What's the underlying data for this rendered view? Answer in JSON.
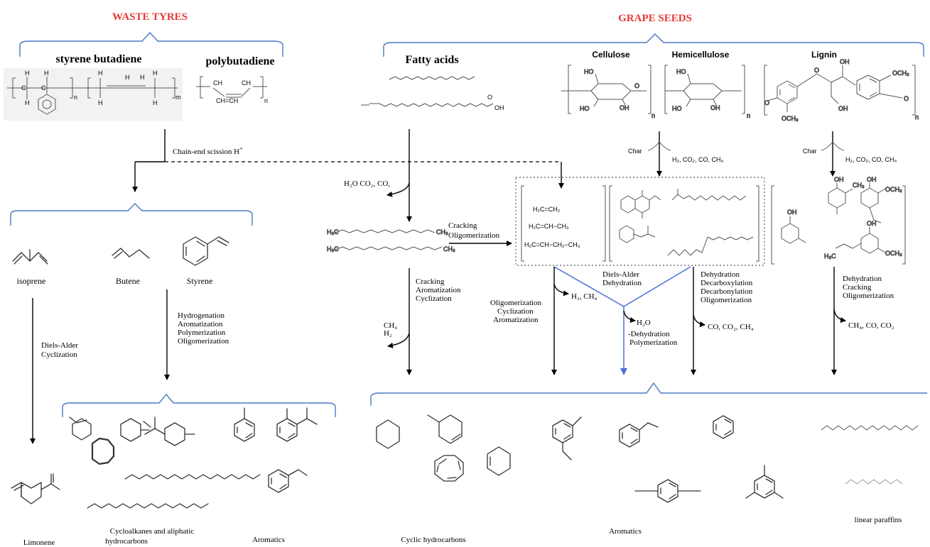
{
  "titles": {
    "waste_tyres": "WASTE TYRES",
    "grape_seeds": "GRAPE SEEDS"
  },
  "feedstocks": {
    "styrene_butadiene": "styrene butadiene",
    "polybutadiene": "polybutadiene",
    "fatty_acids": "Fatty acids",
    "cellulose": "Cellulose",
    "hemicellulose": "Hemicellulose",
    "lignin": "Lignin"
  },
  "intermediates": {
    "isoprene": "isoprene",
    "butene": "Butene",
    "styrene": "Styrene",
    "ethylene": "H₂C=CH₂",
    "propylene": "H₂C=CH−CH₃",
    "butene_formula": "H₂C=CH−CH₂−CH₃"
  },
  "steps": {
    "chain_end": "Chain-end scission  H",
    "chain_end_sup": "+",
    "h2o_co2_co": "H₂O   CO₂, CO,",
    "cracking_oligo_1": "Cracking",
    "cracking_oligo_2": "Oligomerization",
    "char_1": "Char",
    "gases_1": "H₂, CO₂, CO, CH₄",
    "char_2": "Char",
    "gases_2": "H₂, CO₂, CO, CH₄",
    "diels_cycl_1": "Diels-Alder",
    "diels_cycl_2": "Cyclization",
    "hydro_1": "Hydrogenation",
    "hydro_2": "Aromatization",
    "hydro_3": "Polymerization",
    "hydro_4": "Oligomerization",
    "crack_arom_1": "Cracking",
    "crack_arom_2": "Aromatization",
    "crack_arom_3": "Cyclization",
    "ch4": "CH₄",
    "h2": "H₂",
    "oligo_1": "Oligomerization",
    "oligo_2": "Cyclization",
    "oligo_3": "Aromatization",
    "h2_ch4": "H₂, CH₄",
    "da_dehyd_1": "Diels-Alder",
    "da_dehyd_2": "Dehydration",
    "h2o": "H₂O",
    "dehyd_poly_1": "-Dehydration",
    "dehyd_poly_2": "Polymerization",
    "ddd_1": "Dehydration",
    "ddd_2": "Decarboxylation",
    "ddd_3": "Decarbonylation",
    "ddd_4": "Oligomerization",
    "co_co2_ch4": "CO, CO₂, CH₄",
    "dco_1": "Dehydration",
    "dco_2": "Cracking",
    "dco_3": "Oligomerization",
    "ch4_co_co2": "CH₄, CO, CO₂"
  },
  "products": {
    "limonene": "Limonene",
    "cyclo_aliph_1": "Cycloalkanes and aliphatic",
    "cyclo_aliph_2": "hydrocarbons",
    "aromatics_left": "Aromatics",
    "cyclic_hc": "Cyclic hydrocarbons",
    "aromatics_right": "Aromatics",
    "linear_paraffins": "linear paraffins"
  },
  "colors": {
    "title_red": "#e53935",
    "brace_blue": "#4a7ac2",
    "arrow_blue": "#4a6fd8",
    "dotted_box": "#777777"
  },
  "icons": {
    "ring": "benzene-ring-structure"
  }
}
